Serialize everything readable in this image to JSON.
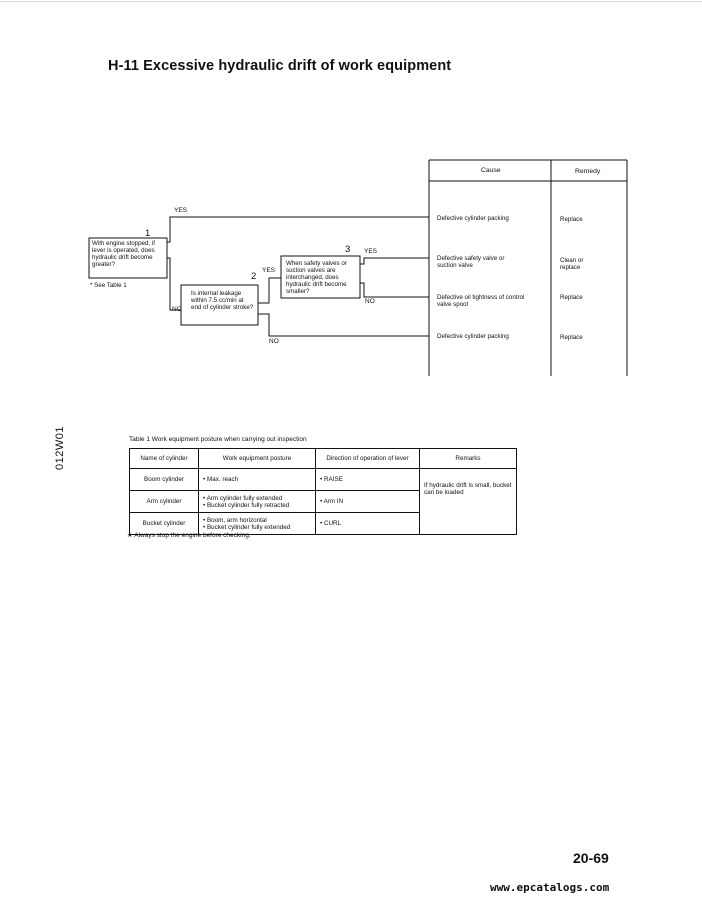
{
  "title": "H-11 Excessive hydraulic drift of work equipment",
  "side_code": "012W01",
  "flowchart": {
    "header": {
      "cause": "Cause",
      "remedy": "Remedy"
    },
    "question1": {
      "number": "1",
      "text": "With engine stopped, if lever is operated, does hydraulic drift become greater?",
      "note": "* See Table 1"
    },
    "question2": {
      "number": "2",
      "text": "Is internal leakage within 7.5 cc/min at end of cylinder stroke?"
    },
    "question3": {
      "number": "3",
      "text": "When safety valves or suction valves are interchanged, does hydraulic drift become smaller?"
    },
    "labels": {
      "q1_yes": "YES",
      "q1_no": "NO",
      "q2_yes": "YES",
      "q2_no": "NO",
      "q3_yes": "YES",
      "q3_no": "NO"
    },
    "rows": [
      {
        "cause": "Defective cylinder packing",
        "remedy": "Replace"
      },
      {
        "cause": "Defective safety valve or suction valve",
        "remedy": "Clean or replace"
      },
      {
        "cause": "Defective oil tightness of control valve spool",
        "remedy": "Replace"
      },
      {
        "cause": "Defective cylinder packing",
        "remedy": "Replace"
      }
    ]
  },
  "table1": {
    "caption": "Table 1   Work equipment posture when carrying out inspection",
    "headers": [
      "Name of cylinder",
      "Work equipment posture",
      "Direction of operation of lever",
      "Remarks"
    ],
    "rows": [
      {
        "name": "Boom cylinder",
        "posture": [
          "• Max. reach"
        ],
        "direction": "• RAISE"
      },
      {
        "name": "Arm cylinder",
        "posture": [
          "• Arm cylinder fully extended",
          "• Bucket cylinder fully retracted"
        ],
        "direction": "• Arm IN"
      },
      {
        "name": "Bucket cylinder",
        "posture": [
          "• Boom, arm horizontal",
          "• Bucket cylinder fully extended"
        ],
        "direction": "• CURL"
      }
    ],
    "remarks": "If hydraulic drift is small, bucket can be loaded"
  },
  "note": "★  Always stop the engine before checking.",
  "page_number": "20-69",
  "footer_url": "www.epcatalogs.com"
}
